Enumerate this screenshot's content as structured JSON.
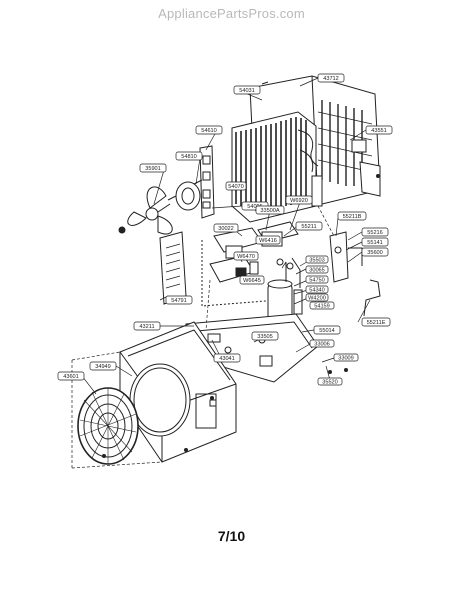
{
  "watermark": "AppliancePartsPros.com",
  "page_number": "7/10",
  "callouts": [
    "43712",
    "54031",
    "43551",
    "54610",
    "54810",
    "35901",
    "54070",
    "54095",
    "W6920",
    "33500A",
    "55211B",
    "55216",
    "55141",
    "35600",
    "55211",
    "54791",
    "30022",
    "W6416",
    "W6470",
    "W6645",
    "35503",
    "30065",
    "54750",
    "54340",
    "W4200",
    "54159",
    "55211E",
    "43211",
    "34949",
    "43601",
    "43041",
    "33505",
    "55014",
    "33006",
    "33009",
    "35520"
  ]
}
